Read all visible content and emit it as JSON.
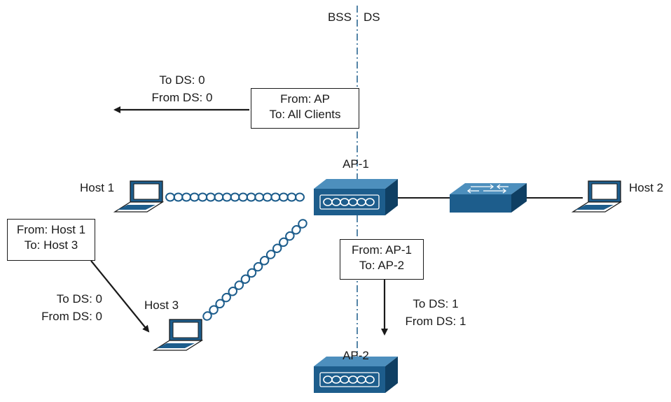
{
  "header": {
    "bss_label": "BSS",
    "ds_label": "DS"
  },
  "colors": {
    "device_fill": "#1d5d8c",
    "device_top": "#4d8fbd",
    "device_side": "#0f3f63",
    "line": "#1a1a1a",
    "divider": "#1d5d8c"
  },
  "nodes": {
    "ap1": {
      "label": "AP-1",
      "icon": "access-point-icon"
    },
    "ap2": {
      "label": "AP-2",
      "icon": "access-point-icon"
    },
    "switch": {
      "label": "",
      "icon": "switch-icon"
    },
    "host1": {
      "label": "Host 1",
      "icon": "laptop-icon"
    },
    "host2": {
      "label": "Host 2",
      "icon": "laptop-icon"
    },
    "host3": {
      "label": "Host 3",
      "icon": "laptop-icon"
    }
  },
  "frames": {
    "broadcast": {
      "from": "From: AP",
      "to": "To: All Clients",
      "to_ds": "To DS: 0",
      "from_ds": "From DS: 0"
    },
    "host_to_host": {
      "from": "From: Host 1",
      "to": "To: Host 3",
      "to_ds": "To DS: 0",
      "from_ds": "From DS: 0"
    },
    "ap_to_ap": {
      "from": "From: AP-1",
      "to": "To: AP-2",
      "to_ds": "To DS: 1",
      "from_ds": "From DS: 1"
    }
  }
}
